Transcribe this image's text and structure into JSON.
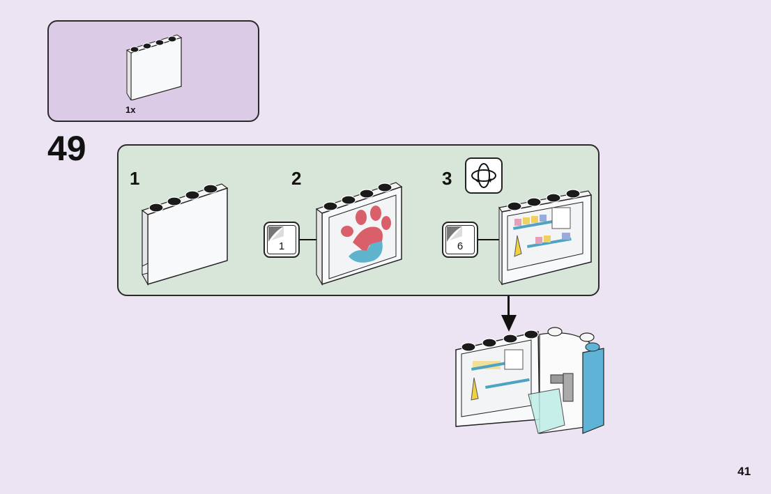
{
  "page": {
    "background_color": "#ece4f2",
    "page_number": "41"
  },
  "parts_list": {
    "background_color": "#dccbe6",
    "items": [
      {
        "part": "white-panel-1x4x3",
        "icon": "white-panel-brick-icon",
        "quantity": "1x"
      }
    ]
  },
  "step": {
    "number": "49",
    "sub_assembly_background": "#d8e6da",
    "sub_steps": [
      {
        "number": "1",
        "part_icon": "white-panel-brick-icon"
      },
      {
        "number": "2",
        "sticker_number": "1",
        "sticker_icon": "sticker-icon",
        "result_icon": "paw-print-panel-icon",
        "paw_colors": [
          "#d9606a",
          "#5fb3cc"
        ]
      },
      {
        "number": "3",
        "rotate_icon": "rotate-model-icon",
        "sticker_number": "6",
        "sticker_icon": "sticker-icon",
        "result_icon": "shelf-panel-icon"
      }
    ],
    "result_icon": "vet-clinic-corner-assembly-icon",
    "arrow_icon": "down-arrow-icon"
  }
}
